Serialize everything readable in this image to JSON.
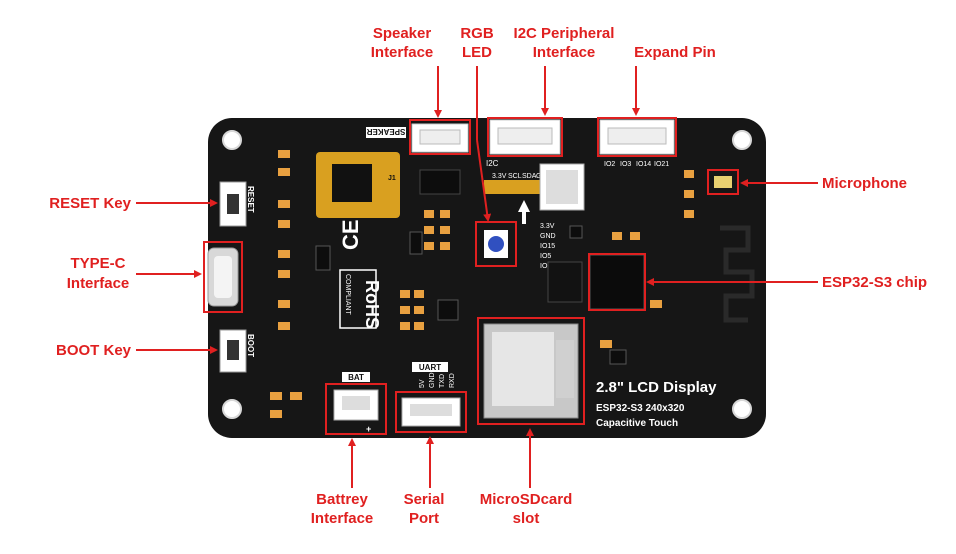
{
  "colors": {
    "callout": "#e02020",
    "board": "#161616",
    "silkscreen": "#ffffff",
    "pad": "#e8a040",
    "gold": "#d9a020"
  },
  "callouts": {
    "speaker_1": "Speaker",
    "speaker_2": "Interface",
    "rgb_1": "RGB",
    "rgb_2": "LED",
    "i2c_1": "I2C Peripheral",
    "i2c_2": "Interface",
    "expand": "Expand Pin",
    "microphone": "Microphone",
    "reset": "RESET Key",
    "typec_1": "TYPE-C",
    "typec_2": "Interface",
    "esp32": "ESP32-S3 chip",
    "boot": "BOOT Key",
    "battery_1": "Battrey",
    "battery_2": "Interface",
    "serial_1": "Serial",
    "serial_2": "Port",
    "sd_1": "MicroSDcard",
    "sd_2": "slot"
  },
  "board": {
    "speaker_label": "SPEAKER",
    "reset_label": "RESET",
    "boot_label": "BOOT",
    "bat_label": "BAT",
    "uart_label": "UART",
    "uart_pins": [
      "RXD",
      "TXD",
      "GND",
      "5V"
    ],
    "i2c_label": "I2C",
    "i2c_pins": [
      "3.3V",
      "SCL",
      "SDA",
      "GND"
    ],
    "expand_pins": [
      "IO2",
      "IO3",
      "IO14",
      "IO21"
    ],
    "extra_pins": [
      "3.3V",
      "GND",
      "IO15",
      "IO5",
      "IO1"
    ],
    "ce_mark": "CE",
    "rohs_mark": "RoHS",
    "rohs_sub": "COMPLIANT",
    "display_title": "2.8\" LCD Display",
    "display_line2": "ESP32-S3  240x320",
    "display_line3": "Capacitive Touch",
    "plus_sign": "+"
  }
}
